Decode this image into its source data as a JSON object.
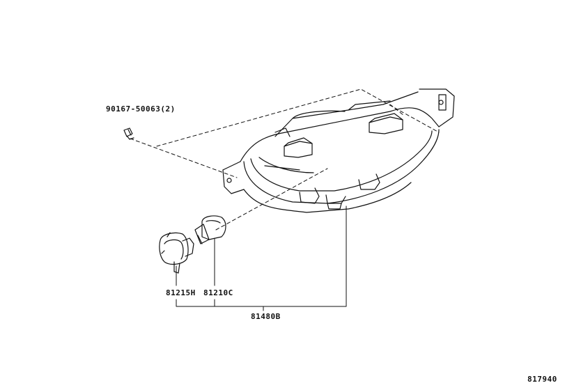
{
  "parts": {
    "screw": "90167-50063(2)",
    "socket": "81215H",
    "bulb": "81210C",
    "assembly": "81480B"
  },
  "figure_id": "817940",
  "colors": {
    "line": "#111111",
    "background": "#ffffff"
  }
}
